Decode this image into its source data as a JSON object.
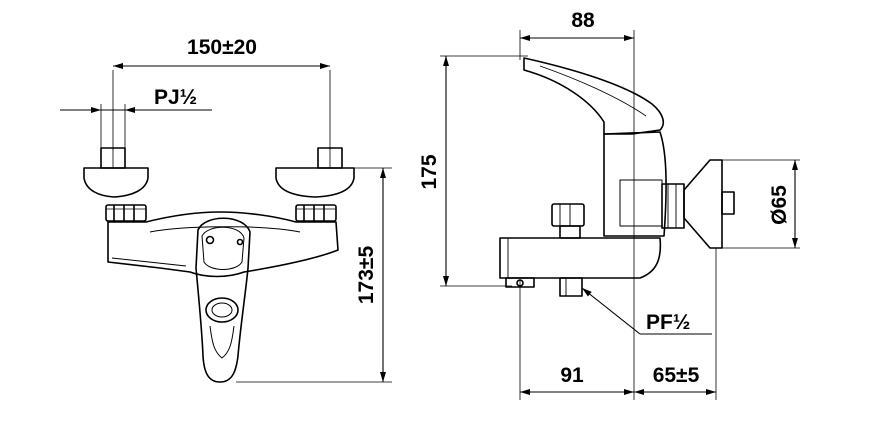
{
  "front_view": {
    "dim_center_spacing": "150±20",
    "dim_inlet_thread": "PJ½",
    "dim_height": "173±5"
  },
  "side_view": {
    "dim_depth_top": "88",
    "dim_height": "175",
    "dim_flange_diameter": "Ø65",
    "dim_outlet_thread": "PF½",
    "dim_spout_length": "91",
    "dim_wall_offset": "65±5"
  },
  "colors": {
    "background": "#ffffff",
    "line": "#000000"
  }
}
